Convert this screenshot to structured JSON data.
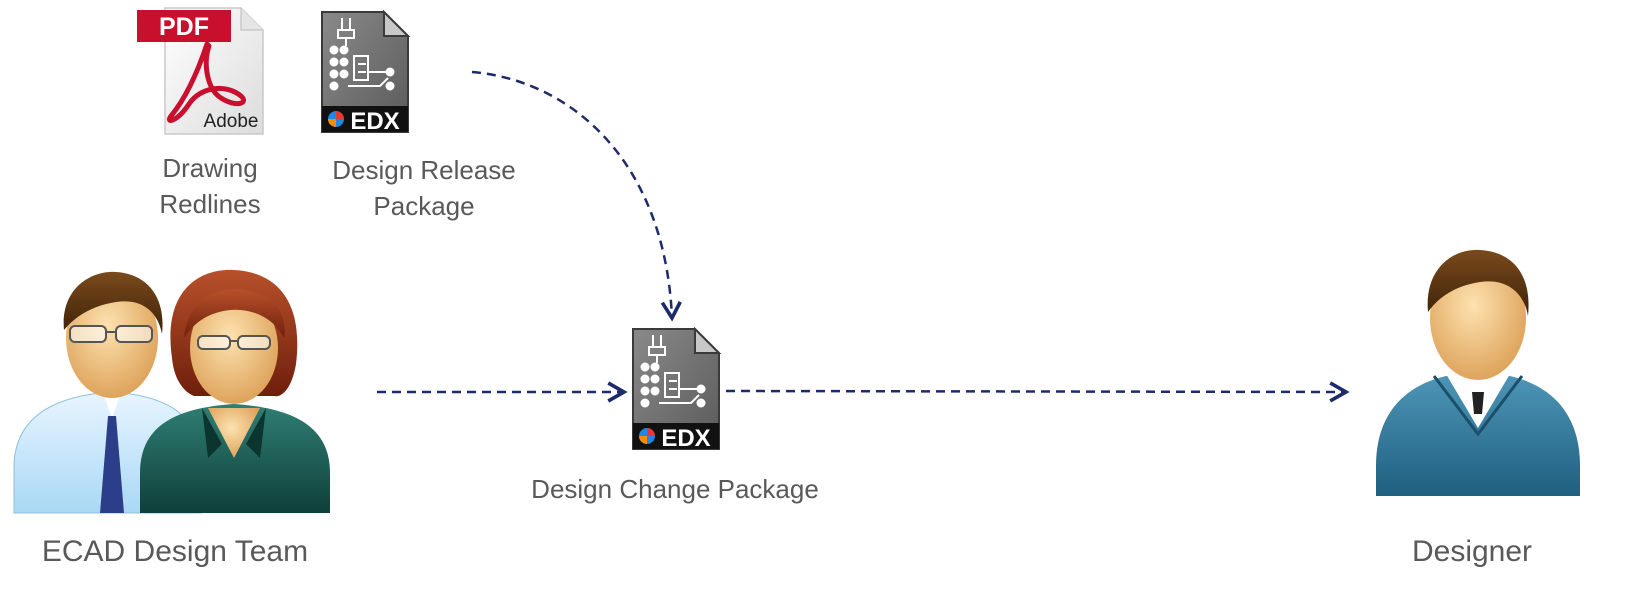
{
  "pdf_icon": {
    "badge": "PDF",
    "wordmark": "Adobe"
  },
  "edx_icon": {
    "brand": "EDX"
  },
  "labels": {
    "drawing_redlines_line1": "Drawing",
    "drawing_redlines_line2": "Redlines",
    "release_package_line1": "Design Release",
    "release_package_line2": "Package",
    "change_package": "Design Change Package",
    "team": "ECAD Design Team",
    "designer": "Designer"
  },
  "colors": {
    "arrow": "#1f2a6b",
    "text": "#595959",
    "pdf_red": "#c8102e",
    "edx_gray": "#6e6e6e"
  }
}
